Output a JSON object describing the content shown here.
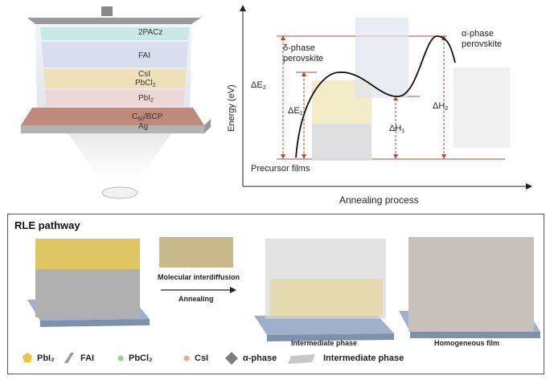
{
  "stack": {
    "layers": [
      {
        "name": "2PACz"
      },
      {
        "name": "FAI"
      },
      {
        "name": "CsI"
      },
      {
        "name": "PbCl",
        "sub": "2"
      },
      {
        "name": "PbI",
        "sub": "2"
      },
      {
        "name": "C",
        "sub": "60",
        "tail": "/BCP"
      },
      {
        "name": "Ag"
      }
    ]
  },
  "energy": {
    "ylabel": "Energy (eV)",
    "xlabel": "Annealing process",
    "labels": {
      "delta_phase": "δ-phase perovskite",
      "alpha_phase": "α-phase perovskite",
      "precursor": "Precursor films",
      "dE2": "ΔE",
      "dE2_sub": "2",
      "dE1": "ΔE",
      "dE1_sub": "1",
      "dH1": "ΔH",
      "dH1_sub": "1",
      "dH2": "ΔH",
      "dH2_sub": "2"
    }
  },
  "rle": {
    "title": "RLE pathway",
    "arrow_top": "Molecular interdiffusion",
    "arrow_bottom": "Annealing",
    "caption_intermediate": "Intermediate phase",
    "caption_homogeneous": "Homogeneous film",
    "legend": [
      {
        "label": "PbI₂",
        "color": "#e8c34a"
      },
      {
        "label": "FAI",
        "color": "#9a9a9a"
      },
      {
        "label": "PbCl₂",
        "color": "#8fd48f"
      },
      {
        "label": "CsI",
        "color": "#f0a890"
      },
      {
        "label": "α-phase",
        "color": "#7d7d7d"
      },
      {
        "label": "Intermediate phase",
        "color": "#c8c8c8"
      }
    ]
  }
}
